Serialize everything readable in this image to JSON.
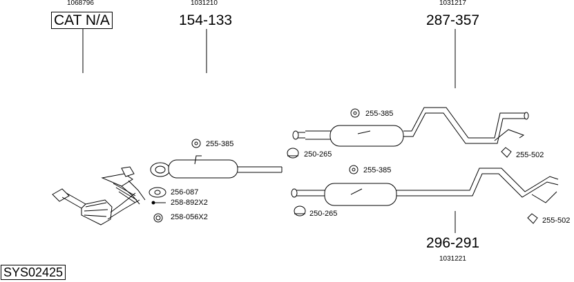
{
  "diagram_id": "SYS02425",
  "columns": [
    {
      "code": "1068796",
      "part": "CAT N/A"
    },
    {
      "code": "1031210",
      "part": "154-133"
    },
    {
      "code": "1031217",
      "part": "287-357"
    },
    {
      "code": "1031221",
      "part": "296-291"
    }
  ],
  "refs": {
    "r1": "255-385",
    "r2": "255-385",
    "r3": "255-385",
    "r4": "250-265",
    "r5": "250-265",
    "r6": "255-502",
    "r7": "255-502",
    "r8": "256-087",
    "r9": "258-892X2",
    "r10": "258-056X2"
  }
}
